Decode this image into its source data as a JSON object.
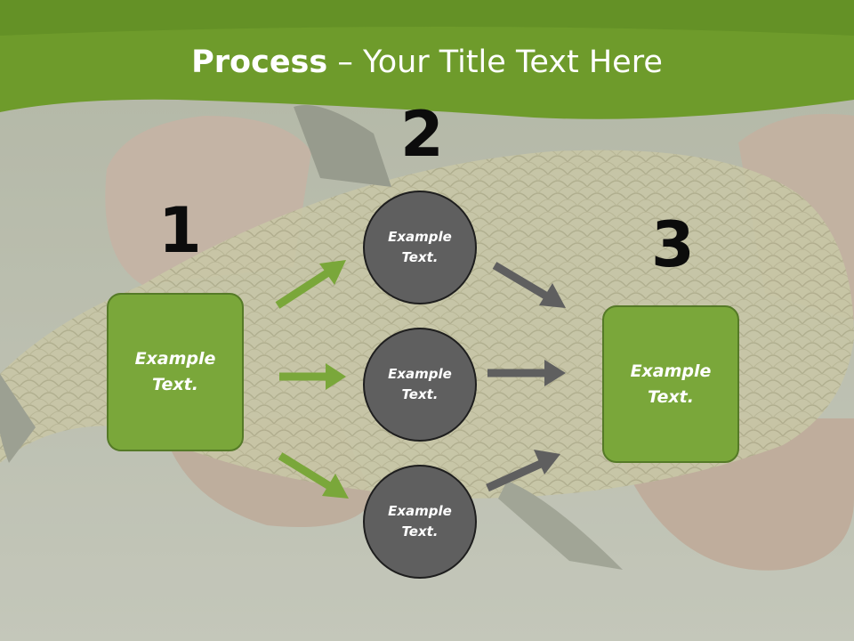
{
  "title": {
    "bold": "Process",
    "rest": " – Your Title Text Here"
  },
  "steps": {
    "one": "1",
    "two": "2",
    "three": "3"
  },
  "boxes": {
    "left": "Example\nText.",
    "right": "Example\nText."
  },
  "circles": {
    "top": "Example\nText.",
    "middle": "Example\nText.",
    "bottom": "Example\nText."
  },
  "colors": {
    "header_green": "#6e9b2b",
    "box_green": "#7aa73a",
    "arrow_green": "#7aa73a",
    "circle_gray": "#5f5f5f",
    "arrow_gray": "#5f5f5f"
  }
}
